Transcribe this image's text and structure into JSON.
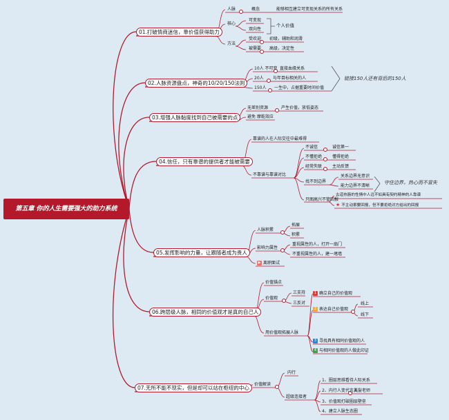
{
  "root": "第五章 你的人生需要强大的助力系统",
  "branches": [
    {
      "label": "01.打破情商迷信，靠价值获得助力"
    },
    {
      "label": "02.人脉资源盘点，神奇的10/20/150法则"
    },
    {
      "label": "03.增强人脉黏度找到自己被需要的点"
    },
    {
      "label": "04.信任，只有靠谱的提供者才能被需要"
    },
    {
      "label": "05.发挥影响的力量，让跟随者成为贵人"
    },
    {
      "label": "06.跨层级人脉，相同的价值观才是真的自己人"
    },
    {
      "label": "07.无所不能不现实，但是却可以站在枢纽的中心"
    }
  ],
  "b1": {
    "renmai": "人脉",
    "gainian": "概念",
    "gainian_desc": "能够相互建立可变现关系的所有关系",
    "hexin": "核心",
    "kebianxian": "可变现",
    "shuangxiangxing": "双向性",
    "geren_jiazhi": "个人价值",
    "fangfa": "方法",
    "shouhuanying": "受欢迎",
    "shouhuanying_desc": "初级，辅助和润滑",
    "beixuyao": "被需要",
    "beixuyao_desc": "高级，决定性"
  },
  "b2": {
    "r10": "10人 不可变",
    "r10_desc": "直接血缘关系",
    "r20": "20人",
    "r20_desc": "与年目标相关的人",
    "r150": "150人",
    "r150_desc": "一生中，占据重要时间价值",
    "note": "链接150人还有背后的150人"
  },
  "b3": {
    "wuchapei": "无差别资源",
    "wuchapei_desc": "产生价值，放低姿态",
    "bimian": "避免 摩乾效应"
  },
  "b4": {
    "kaopu": "靠谱的人在人际交往中最难得",
    "duibi": "不靠谱与靠谱对比",
    "buchengxin": "不诚信",
    "chengxin": "诚信第一",
    "bujujue": "不懂拒绝",
    "dongjujue": "懂得拒绝",
    "jingchang": "经常失联",
    "zhudong": "主动反馈",
    "bianjie": "找不到边界",
    "bianjie1": "关系边界无意识",
    "bianjie2": "能力边界不清晰",
    "shouzhu": "守住边界，热心而不冒失",
    "huibao": "只图高兴不管回报",
    "huibao1": "古道热肠的性情中人远不如具有契约精神的人靠谱",
    "huibao2": "不主动索要回报，但不要拒绝对方给出的回报"
  },
  "b5": {
    "leiji": "人脉积累",
    "tuozhan": "拓展",
    "jilei": "积累",
    "yingxiang": "影响力属性",
    "zhongshi": "重视属性的人，打开一扇门",
    "buzhongshi": "不重视属性的人，建一堵墙",
    "liyi": "离职面试"
  },
  "b6": {
    "maodian": "价值锚点",
    "jiazhiguan": "价值观",
    "sanzhichi": "三支持",
    "sanfandui": "三反对",
    "tuozhan": "用价值观拓展人脉",
    "s1": "确立自己的价值观",
    "s2": "表达自己价值观",
    "s2a": "线上",
    "s2b": "线下",
    "s3": "寻找具有相同价值观的人",
    "s4": "与相同价值观的人做此印证",
    "n1": "1",
    "n2": "2",
    "n3": "3",
    "n4": "4"
  },
  "b7": {
    "jiedu": "价值解读",
    "neixing": "内行",
    "chaoji": "超级连接者",
    "c1": "1、圈层思维看待人际关系",
    "c2": "2、内行人变代言人",
    "c2b": "美髮老师",
    "c3": "3、价值观打破圈层壁垒",
    "c4": "4、建立人脉生态圈"
  },
  "colors": {
    "accent": "#b3192a",
    "background": "#dde9f3",
    "n1": "#e53935",
    "n2": "#f9a825",
    "n3": "#1e88e5",
    "n4": "#43a047"
  }
}
